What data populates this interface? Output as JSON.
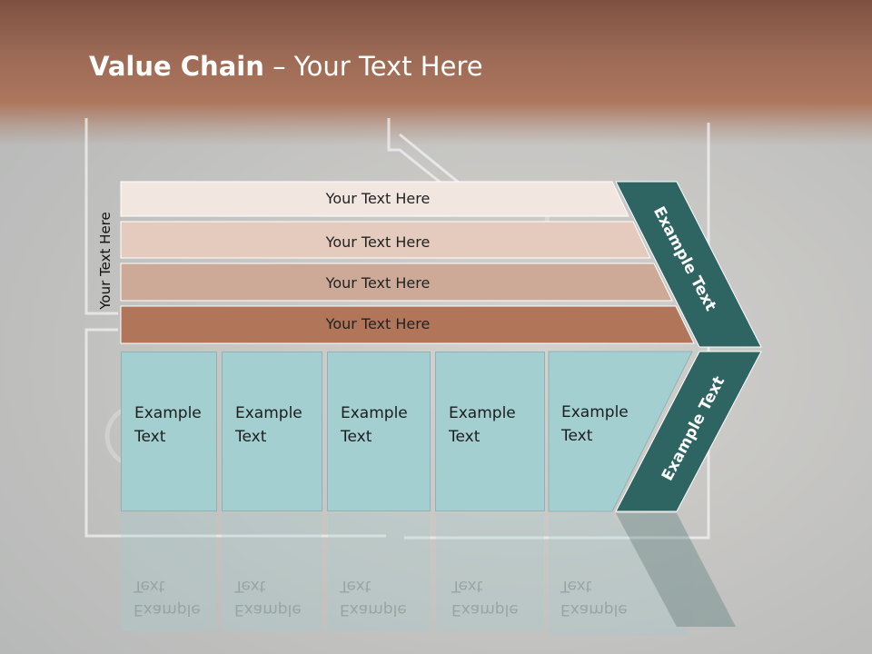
{
  "slide": {
    "title_bold": "Value Chain",
    "title_rest": " – Your Text Here",
    "vertical_label": "Your Text Here"
  },
  "rows": [
    {
      "label": "Your Text Here",
      "color": "#f1e6e0"
    },
    {
      "label": "Your Text Here",
      "color": "#e4cbbd"
    },
    {
      "label": "Your Text Here",
      "color": "#ccaa97"
    },
    {
      "label": "Your Text Here",
      "color": "#b1765a"
    }
  ],
  "boxes": [
    {
      "label": "Example\nText"
    },
    {
      "label": "Example\nText"
    },
    {
      "label": "Example\nText"
    },
    {
      "label": "Example\nText"
    },
    {
      "label": "Example\nText"
    }
  ],
  "chevron": {
    "upper_label": "Example Text",
    "lower_label": "Example Text",
    "color": "#2e6462"
  },
  "colors": {
    "box_fill": "#a3cfd1",
    "header_band": "#ad765d"
  }
}
